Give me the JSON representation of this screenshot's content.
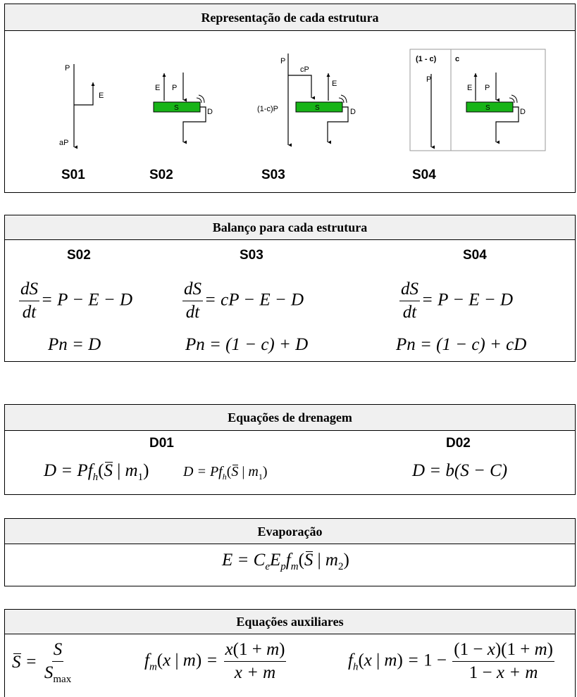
{
  "panel1": {
    "title": "Representação de cada estrutura",
    "structures": [
      "S01",
      "S02",
      "S03",
      "S04"
    ],
    "diagram_labels": {
      "P": "P",
      "E": "E",
      "aP": "aP",
      "S": "S",
      "D": "D",
      "cP": "cP",
      "one_minus_cP": "(1-c)P",
      "one_minus_c": "(1 - c)",
      "c": "c"
    }
  },
  "panel2": {
    "title": "Balanço para cada estrutura",
    "columns": [
      "S02",
      "S03",
      "S04"
    ],
    "balance": {
      "lhs_num": "dS",
      "lhs_den": "dt",
      "s02": "= P − E − D",
      "s03": "= cP − E − D",
      "s04": "= P − E − D"
    },
    "pn": {
      "s02": "Pn = D",
      "s03": "Pn = (1 − c) + D",
      "s04": "Pn = (1 − c) + cD"
    }
  },
  "panel3": {
    "title": "Equações de drenagem",
    "columns": [
      "D01",
      "D02"
    ],
    "d02_rhs": "D = b(S − C)"
  },
  "panel4": {
    "title": "Evaporação"
  },
  "panel5": {
    "title": "Equações auxiliares"
  },
  "colors": {
    "header_bg": "#f0f0f0",
    "storage_fill": "#18b418",
    "border": "#000000"
  }
}
